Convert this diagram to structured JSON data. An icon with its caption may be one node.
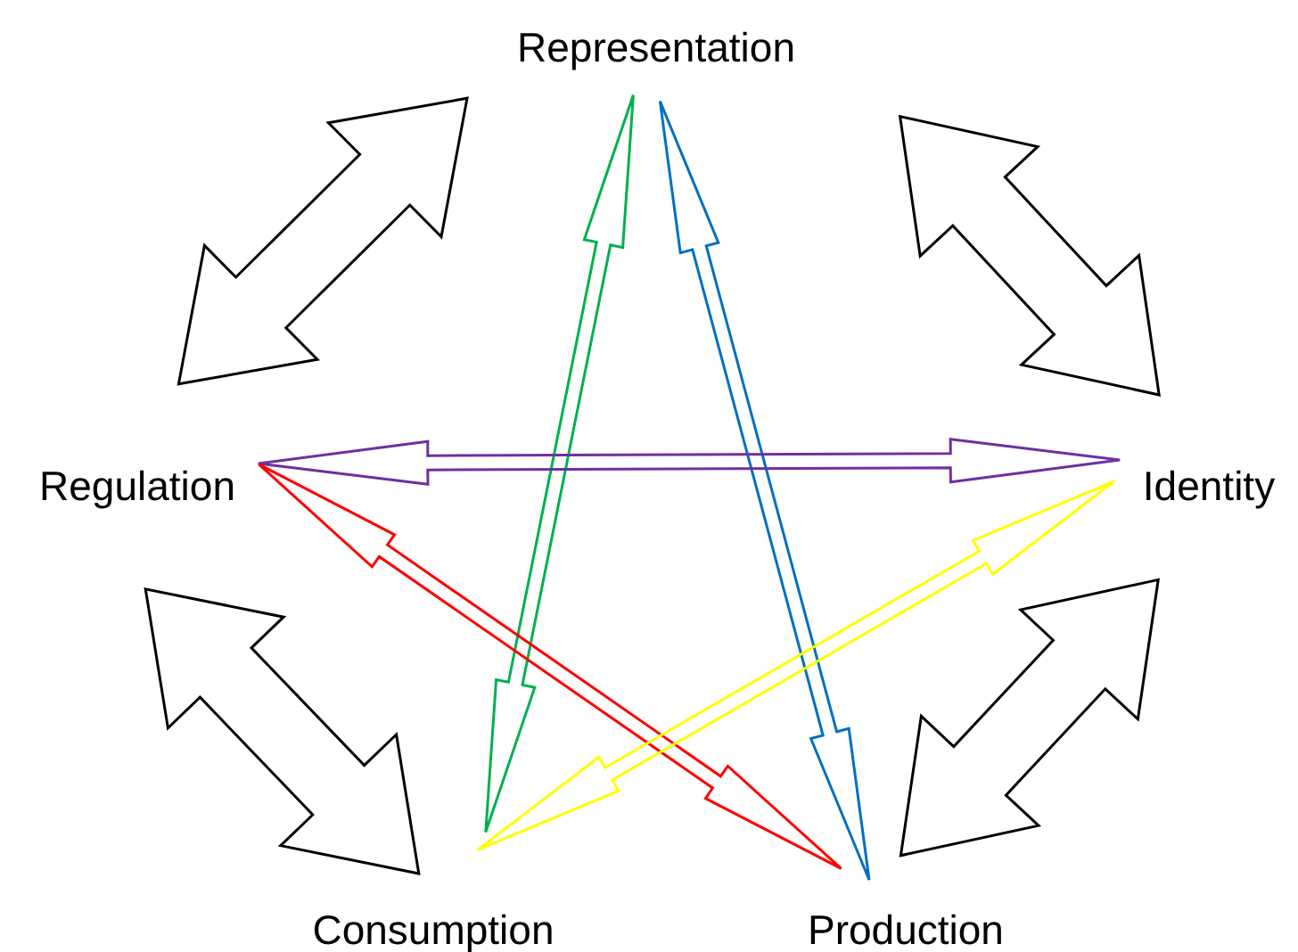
{
  "diagram": {
    "nodes": [
      {
        "text": [
          "Representation"
        ]
      },
      {
        "text": [
          "Regulation"
        ]
      },
      {
        "text": [
          "Identity"
        ]
      },
      {
        "text": [
          "Consumption"
        ]
      },
      {
        "text": [
          "Production"
        ]
      }
    ],
    "edges": [
      {
        "from": 1,
        "to": 0,
        "arrow": "both"
      },
      {
        "from": 0,
        "to": 2,
        "arrow": "both"
      },
      {
        "from": 2,
        "to": 4,
        "arrow": "both"
      },
      {
        "from": 1,
        "to": 3,
        "arrow": "both"
      },
      {
        "from": 0,
        "to": 3,
        "arrow": "both",
        "color": "#00b050"
      },
      {
        "from": 0,
        "to": 4,
        "arrow": "both",
        "color": "#0070c0"
      },
      {
        "from": 1,
        "to": 2,
        "arrow": "both",
        "color": "#7030a0"
      },
      {
        "from": 1,
        "to": 4,
        "arrow": "both",
        "color": "#ff0000"
      },
      {
        "from": 2,
        "to": 3,
        "arrow": "both",
        "color": "#ffff00"
      }
    ]
  }
}
